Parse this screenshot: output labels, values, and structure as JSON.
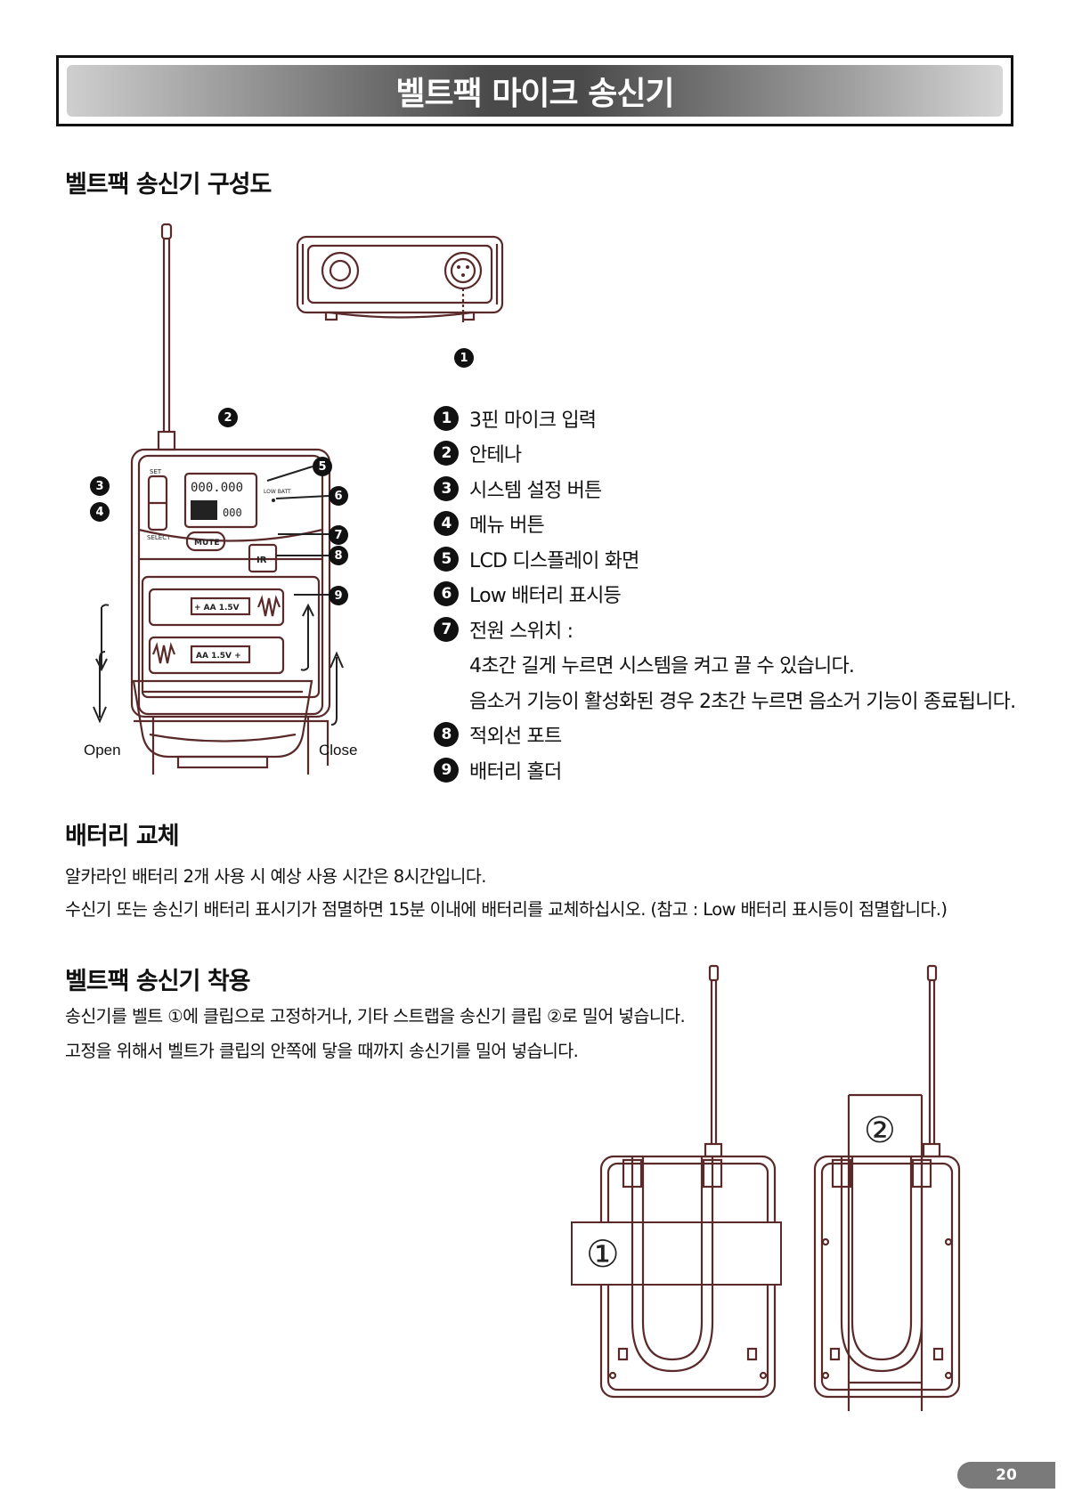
{
  "title": "벨트팩 마이크 송신기",
  "section1": {
    "heading": "벨트팩 송신기 구성도",
    "legend": [
      {
        "num": "1",
        "text": "3핀 마이크 입력"
      },
      {
        "num": "2",
        "text": "안테나"
      },
      {
        "num": "3",
        "text": "시스템 설정 버튼"
      },
      {
        "num": "4",
        "text": "메뉴 버튼"
      },
      {
        "num": "5",
        "text": "LCD 디스플레이 화면"
      },
      {
        "num": "6",
        "text": "Low 배터리 표시등"
      },
      {
        "num": "7",
        "text": "전원 스위치 :"
      },
      {
        "num": "8",
        "text": "적외선 포트"
      },
      {
        "num": "9",
        "text": "배터리 홀더"
      }
    ],
    "power_desc_1": "4초간 길게 누르면 시스템을 켜고 끌 수 있습니다.",
    "power_desc_2": "음소거 기능이 활성화된 경우 2초간 누르면 음소거 기능이 종료됩니다.",
    "diagram": {
      "open_label": "Open",
      "close_label": "Close",
      "lcd_top": "000.000",
      "lcd_bottom": "000",
      "mute_label": "MUTE",
      "ir_label": "IR",
      "battery_label_1": "+ AA 1.5V",
      "battery_label_2": "AA 1.5V +",
      "set_label": "SET",
      "select_label": "SELECT",
      "lowbatt_label": "LOW BATT",
      "callouts": [
        "1",
        "2",
        "3",
        "4",
        "5",
        "6",
        "7",
        "8",
        "9"
      ]
    }
  },
  "section2": {
    "heading": "배터리 교체",
    "line1": "알카라인 배터리 2개 사용 시 예상 사용 시간은 8시간입니다.",
    "line2": "수신기 또는 송신기 배터리 표시기가 점멸하면 15분 이내에 배터리를 교체하십시오. (참고 : Low 배터리 표시등이 점멸합니다.)"
  },
  "section3": {
    "heading": "벨트팩 송신기 착용",
    "line1": "송신기를 벨트 ①에 클립으로 고정하거나, 기타 스트랩을 송신기 클립 ②로 밀어 넣습니다.",
    "line2": "고정을 위해서 벨트가 클립의 안쪽에 닿을 때까지 송신기를 밀어 넣습니다.",
    "marker_belt": "①",
    "marker_strap": "②"
  },
  "page_number": "20"
}
